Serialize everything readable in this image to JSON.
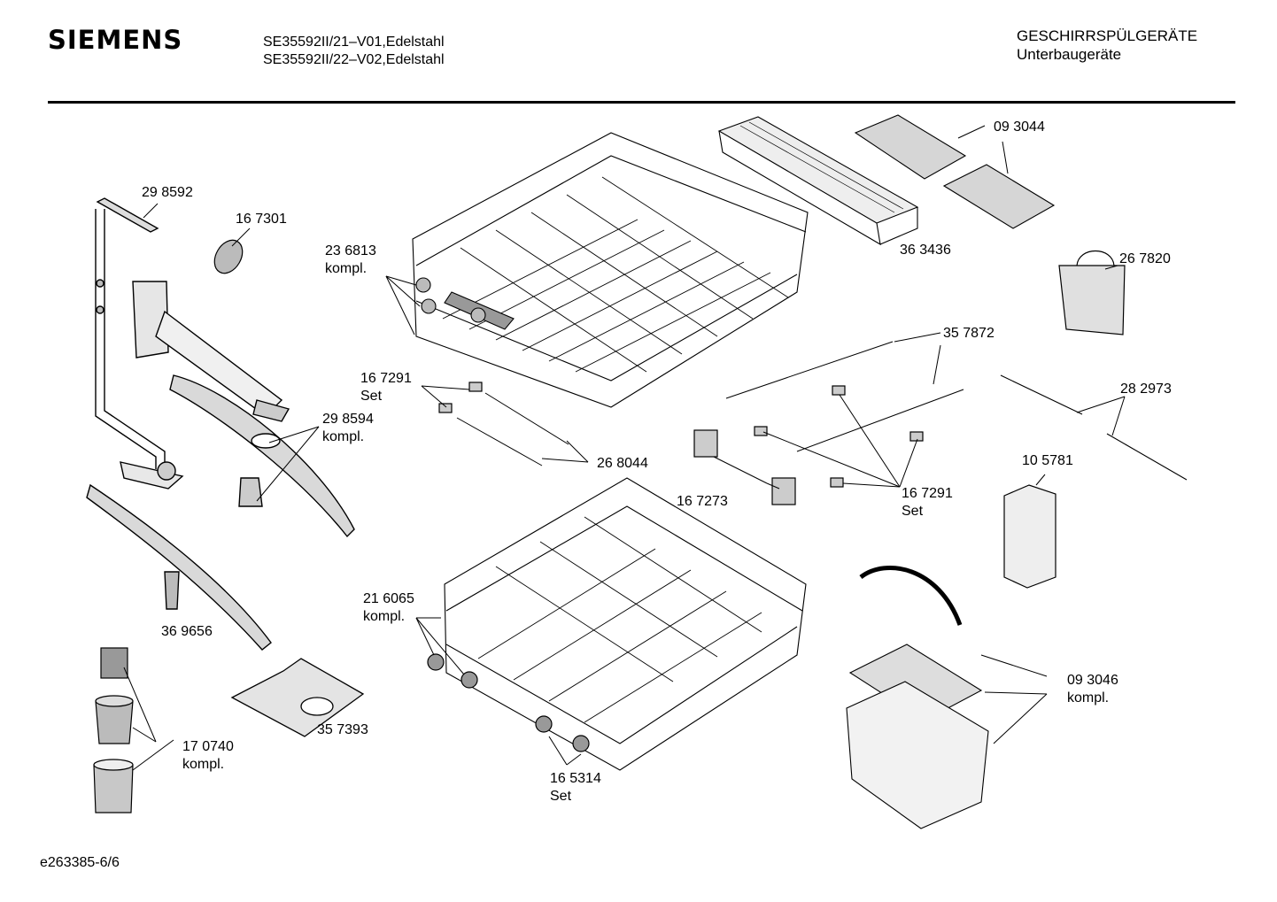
{
  "header": {
    "brand": "SIEMENS",
    "model_line_1": "SE35592II/21–V01,Edelstahl",
    "model_line_2": "SE35592II/22–V02,Edelstahl",
    "category_line_1": "GESCHIRRSPÜLGERÄTE",
    "category_line_2": "Unterbaugeräte"
  },
  "footer": {
    "doc_id": "e263385-6/6"
  },
  "parts": {
    "p298592": {
      "num": "29 8592"
    },
    "p167301": {
      "num": "16 7301"
    },
    "p236813": {
      "num": "23 6813",
      "note": "kompl."
    },
    "p298594": {
      "num": "29 8594",
      "note": "kompl."
    },
    "p167291a": {
      "num": "16 7291",
      "note": "Set"
    },
    "p268044": {
      "num": "26 8044"
    },
    "p369656": {
      "num": "36 9656"
    },
    "p357393": {
      "num": "35 7393"
    },
    "p170740": {
      "num": "17 0740",
      "note": "kompl."
    },
    "p216065": {
      "num": "21 6065",
      "note": "kompl."
    },
    "p165314": {
      "num": "16 5314",
      "note": "Set"
    },
    "p093044": {
      "num": "09 3044"
    },
    "p363436": {
      "num": "36 3436"
    },
    "p267820": {
      "num": "26 7820"
    },
    "p357872": {
      "num": "35 7872"
    },
    "p282973": {
      "num": "28 2973"
    },
    "p105781": {
      "num": "10 5781"
    },
    "p167273": {
      "num": "16 7273"
    },
    "p167291b": {
      "num": "16 7291",
      "note": "Set"
    },
    "p093046": {
      "num": "09 3046",
      "note": "kompl."
    }
  }
}
